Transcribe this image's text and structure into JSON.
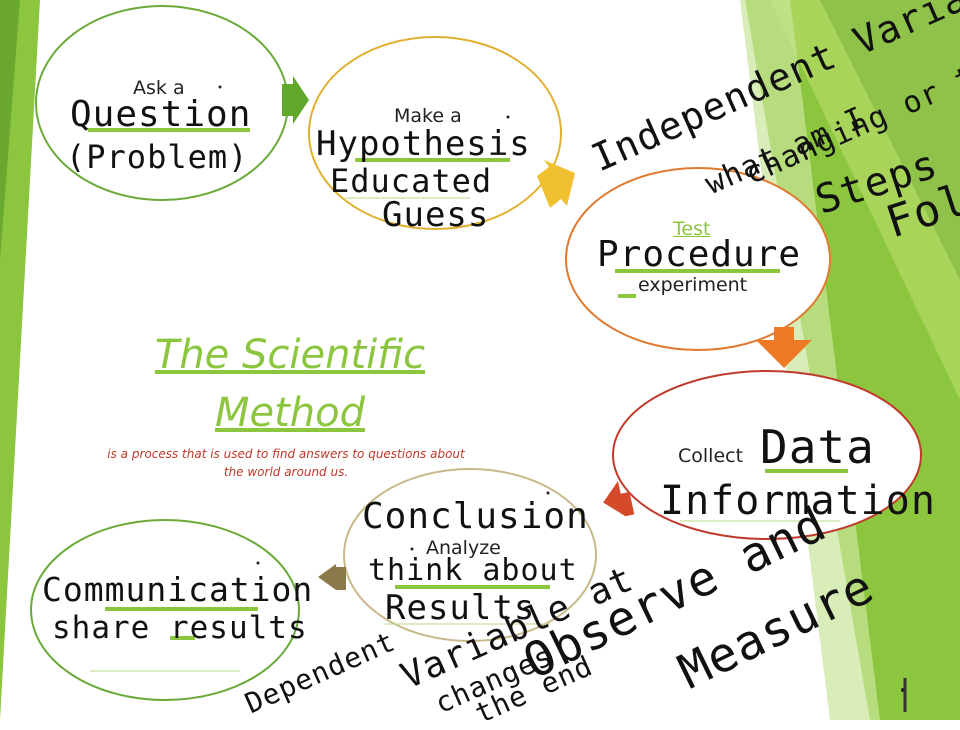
{
  "title": "The Scientific Method",
  "subtitle": "is  a process that is used to find answers to questions about the world around us.",
  "steps": [
    {
      "prefix": "Ask a",
      "handwritten": [
        "Question",
        "(Problem)"
      ]
    },
    {
      "prefix": "Make a",
      "handwritten": [
        "Hypothesis",
        "Educated",
        "Guess"
      ]
    },
    {
      "prefix": "Test",
      "suffix": "experiment",
      "handwritten": [
        "Procedure"
      ]
    },
    {
      "prefix": "Collect",
      "handwritten": [
        "Data",
        "Information"
      ]
    },
    {
      "prefix": "Analyze",
      "handwritten": [
        "Conclusion",
        "think about",
        "Results"
      ]
    },
    {
      "prefix": "",
      "handwritten": [
        "Communication",
        "share results"
      ]
    }
  ],
  "margin_notes": {
    "independent": "Independent Variable",
    "what_am_i": "what am I",
    "changing": "changing or test",
    "steps": "Steps -",
    "follow": "Foll",
    "observe": "Observe and",
    "measure": "Measure",
    "dependent": "Dependent",
    "variable": "Variable at",
    "changes": "changes",
    "the_end": "the end"
  },
  "colors": {
    "green_accent": "#8cc63f",
    "oval_green": "#6aaa3a",
    "oval_gold": "#e0b030",
    "oval_orange": "#e07a30",
    "oval_red": "#c0392b",
    "oval_tan": "#c8b88a",
    "arrow_olive": "#7d6b3a"
  }
}
